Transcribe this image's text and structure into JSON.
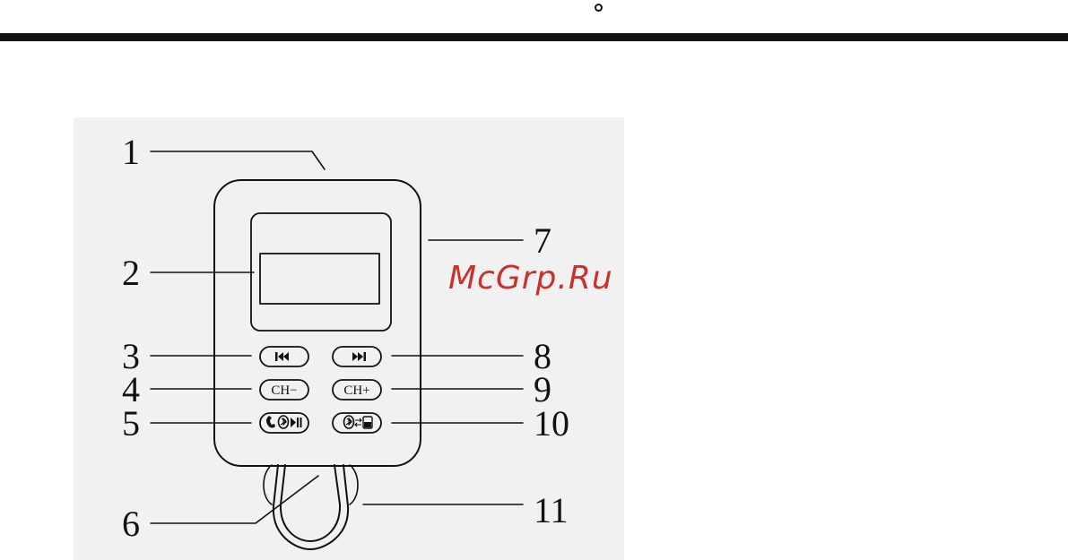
{
  "callouts": {
    "c1": "1",
    "c2": "2",
    "c3": "3",
    "c4": "4",
    "c5": "5",
    "c6": "6",
    "c7": "7",
    "c8": "8",
    "c9": "9",
    "c10": "10",
    "c11": "11"
  },
  "buttons": {
    "ch_minus": "CH−",
    "ch_plus": "CH+"
  },
  "watermark": "McGrp.Ru",
  "colors": {
    "ink": "#111111",
    "panel": "#f1f1f1",
    "watermark": "#c8322d"
  }
}
